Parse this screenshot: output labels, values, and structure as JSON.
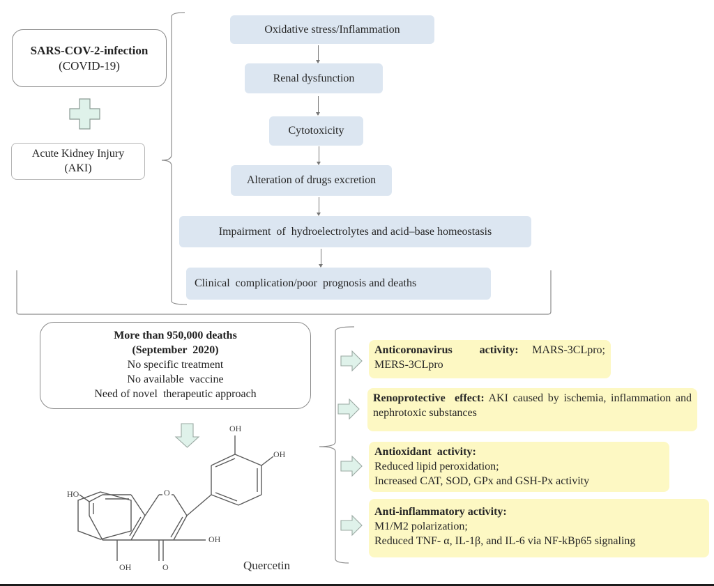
{
  "top_left": {
    "covid_box": {
      "title": "SARS-COV-2-infection",
      "subtitle": "(COVID-19)"
    },
    "plus_icon": "plus-icon",
    "aki_box": {
      "title": "Acute Kidney Injury",
      "subtitle": "(AKI)"
    }
  },
  "flow_steps": [
    "Oxidative stress/Inflammation",
    "Renal dysfunction",
    "Cytotoxicity",
    "Alteration of drugs excretion",
    "Impairment  of  hydroelectrolytes and acid–base homeostasis",
    "Clinical  complication/poor  prognosis and deaths"
  ],
  "deaths_box": {
    "line1": "More than 950,000 deaths",
    "line2": "(September  2020)",
    "line3": "No specific treatment",
    "line4": "No available  vaccine",
    "line5": "Need of novel  therapeutic approach"
  },
  "molecule": {
    "name": "Quercetin",
    "labels": {
      "oh_top": "OH",
      "oh_right": "OH",
      "ho_left": "HO",
      "oh_mid": "OH",
      "oh_bottom": "OH",
      "o_ring": "O",
      "o_carbonyl": "O"
    }
  },
  "effects": [
    {
      "title": "Anticoronavirus  activity:",
      "text": " MARS-3CLpro; MERS-3CLpro"
    },
    {
      "title": "Renoprotective  effect:",
      "text": " AKI caused by ischemia, inflammation and nephrotoxic substances"
    },
    {
      "title": "Antioxidant  activity:",
      "lines": [
        "Reduced lipid peroxidation;",
        "Increased CAT, SOD, GPx and GSH-Px activity"
      ]
    },
    {
      "title": "Anti-inflammatory activity:",
      "lines": [
        "M1/M2 polarization;",
        "Reduced TNF- α, IL-1β, and IL-6 via NF-kBp65 signaling"
      ]
    }
  ],
  "colors": {
    "flow_box": "#dce6f1",
    "effect_box": "#fdf8c3",
    "arrow_fill": "#dff2ea"
  }
}
